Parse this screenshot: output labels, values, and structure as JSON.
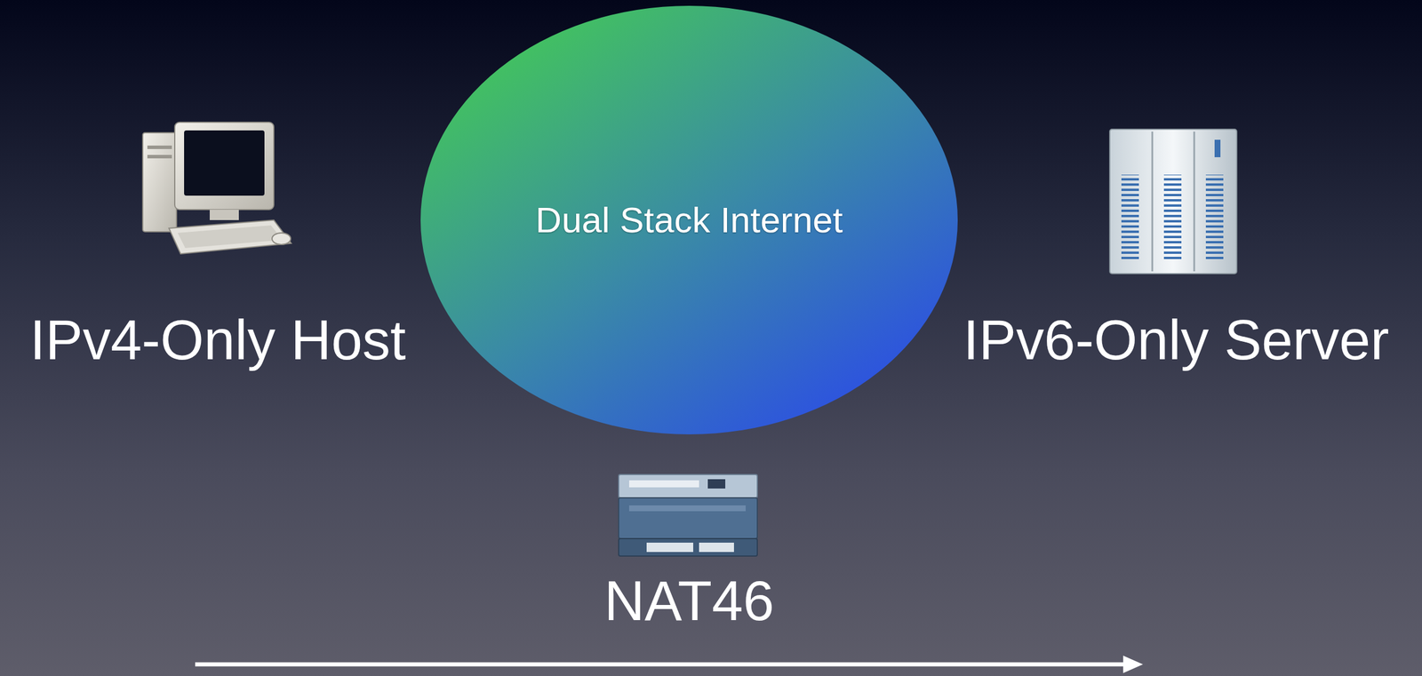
{
  "diagram": {
    "nodes": [
      {
        "text": [
          "IPv4-Only Host"
        ]
      },
      {
        "text": [
          "Dual Stack Internet"
        ]
      },
      {
        "text": [
          "IPv6-Only Server"
        ]
      },
      {
        "text": [
          "NAT46"
        ]
      }
    ]
  }
}
